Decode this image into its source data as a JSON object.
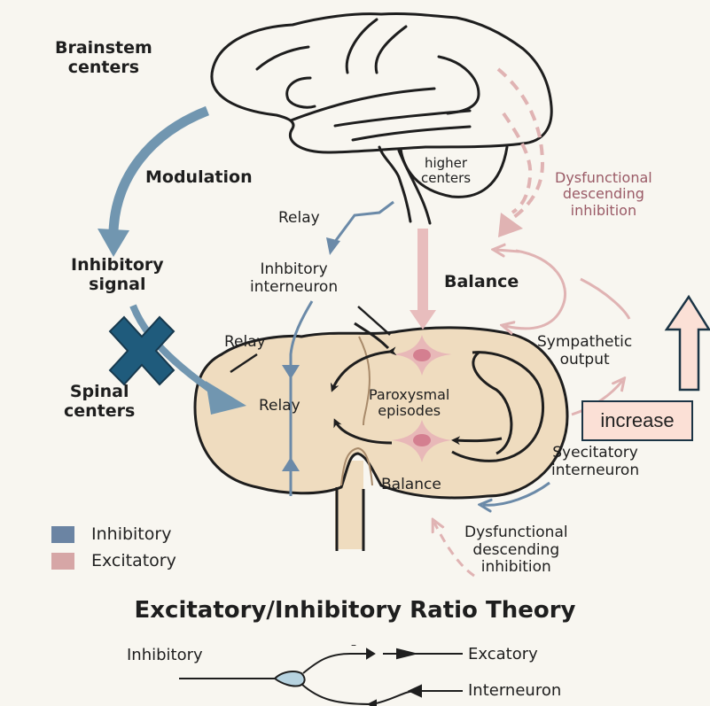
{
  "title": "Excitatory/Inhibitory Ratio Theory",
  "colors": {
    "background": "#f8f6f0",
    "inhibitory": "#6b8aa8",
    "excitatory": "#d8a8a8",
    "spinal_fill": "#efdcbf",
    "x_mark": "#1f5b7c",
    "pink_arrow": "#e0b3b3",
    "increase_box": "#fbe0d6",
    "outline": "#1e1e1e"
  },
  "labels": {
    "brainstem_centers": [
      "Brainstem",
      "centers"
    ],
    "modulation": "Modulation",
    "inhibitory_signal": [
      "Inhibitory",
      "signal"
    ],
    "spinal_centers": [
      "Spinal",
      "centers"
    ],
    "higher_centers": [
      "higher",
      "centers"
    ],
    "relay_top": "Relay",
    "inhibitory_interneuron": [
      "Inhbitory",
      "interneuron"
    ],
    "relay_left": "Relay",
    "relay_center": "Relay",
    "balance_top": "Balance",
    "dysfunctional_top": [
      "Dysfunctional",
      "descending",
      "inhibition"
    ],
    "paroxysmal": [
      "Paroxysmal",
      "episodes"
    ],
    "balance_bottom": "Balance",
    "sympathetic_output": [
      "Sympathetic",
      "output"
    ],
    "increase": "increase",
    "syecitatory_interneuron": [
      "Syecitatory",
      "interneuron"
    ],
    "dysfunctional_bottom": [
      "Dysfunctional",
      "descending",
      "inhibition"
    ]
  },
  "legend": [
    {
      "label": "Inhibitory",
      "color": "#6b84a3"
    },
    {
      "label": "Excitatory",
      "color": "#d6a6a6"
    }
  ],
  "schematic": {
    "inhibitory": "Inhibitory",
    "excatory": "Excatory",
    "interneuron": "Interneuron",
    "minus_sign": "–"
  }
}
